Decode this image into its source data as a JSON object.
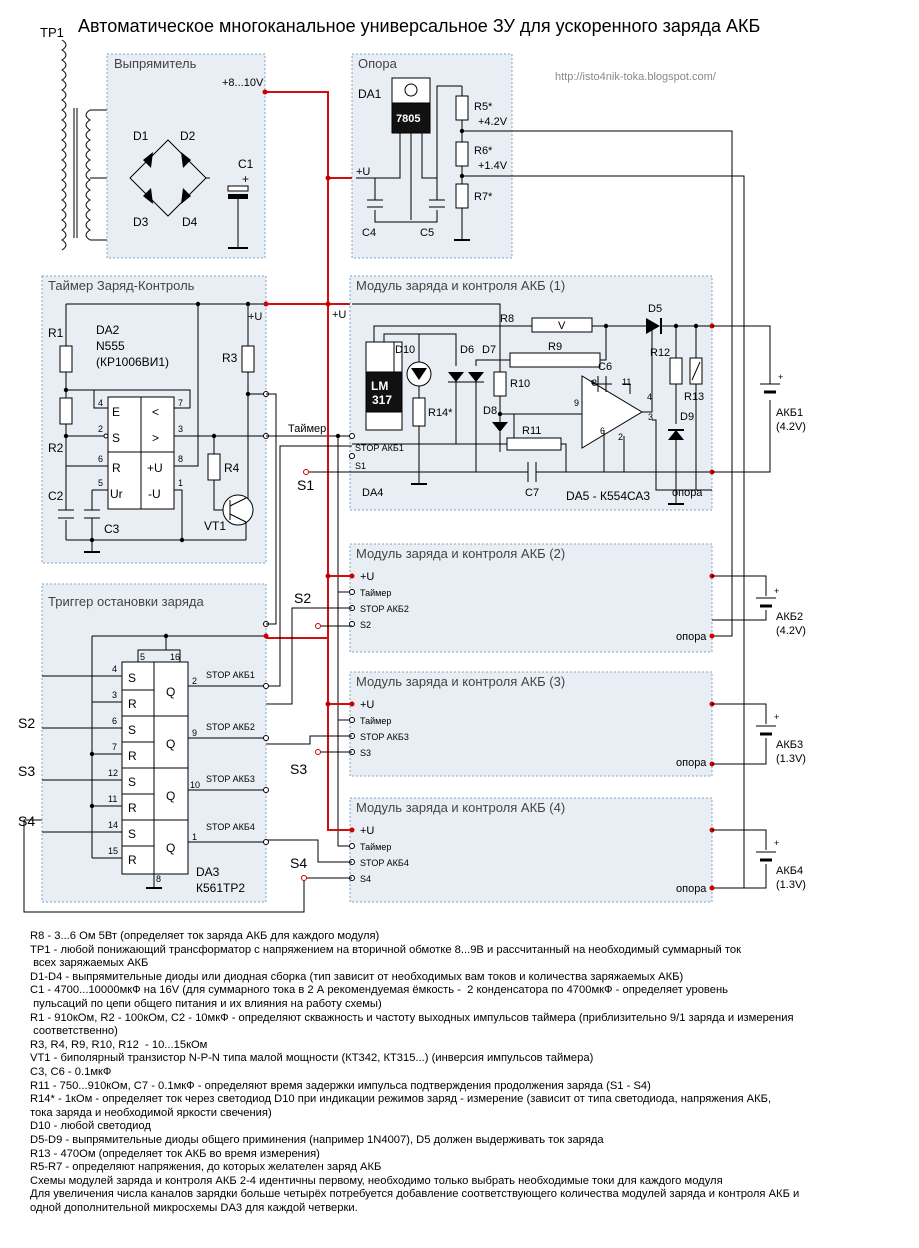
{
  "header": {
    "tp_label": "TP1",
    "title": "Автоматическое многоканальное универсальное ЗУ для ускоренного заряда  АКБ",
    "url": "http://isto4nik-toka.blogspot.com/"
  },
  "blocks": {
    "rectifier": "Выпрямитель",
    "reference": "Опора",
    "timer": "Таймер Заряд-Контроль",
    "trigger": "Триггер остановки заряда",
    "module1": "Модуль заряда и контроля АКБ (1)",
    "module2": "Модуль заряда и контроля АКБ (2)",
    "module3": "Модуль заряда и контроля АКБ (3)",
    "module4": "Модуль заряда и контроля АКБ (4)"
  },
  "rectifier": {
    "d1": "D1",
    "d2": "D2",
    "d3": "D3",
    "d4": "D4",
    "c1": "C1",
    "voltage": "+8...10V",
    "plus": "+"
  },
  "reference": {
    "da1": "DA1",
    "reg": "7805",
    "r5": "R5*",
    "v42": "+4.2V",
    "r6": "R6*",
    "v14": "+1.4V",
    "r7": "R7*",
    "plus_u": "+U",
    "c4": "C4",
    "c5": "C5"
  },
  "timer": {
    "r1": "R1",
    "r2": "R2",
    "c2": "C2",
    "c3": "C3",
    "r3": "R3",
    "r4": "R4",
    "vt1": "VT1",
    "da2": "DA2",
    "n555": "N555",
    "kr": "(КР1006ВИ1)",
    "plus_u": "+U",
    "pins": {
      "e": "E",
      "s": "S",
      "r": "R",
      "ur": "Ur",
      "lt": "<",
      "gt": ">",
      "pu": "+U",
      "mu": "-U"
    },
    "timer_line": "Таймер"
  },
  "module1": {
    "plus_u": "+U",
    "stop": "STOP АКБ1",
    "s1": "S1",
    "s1_big": "S1",
    "lm": "LM",
    "lm2": "317",
    "d10": "D10",
    "d6": "D6",
    "d7": "D7",
    "d8": "D8",
    "d9": "D9",
    "d5": "D5",
    "r8": "R8",
    "v": "V",
    "r9": "R9",
    "r10": "R10",
    "r11": "R11",
    "r12": "R12",
    "r13": "R13",
    "r14": "R14*",
    "c6": "C6",
    "c7": "C7",
    "da4": "DA4",
    "da5": "DA5 - К554СА3",
    "opora": "опора",
    "akb": "АКБ1",
    "akb_v": "(4.2V)",
    "plus": "+"
  },
  "module2": {
    "plus_u": "+U",
    "timer": "Таймер",
    "stop": "STOP АКБ2",
    "s": "S2",
    "s_big": "S2",
    "opora": "опора",
    "akb": "АКБ2",
    "akb_v": "(4.2V)",
    "plus": "+"
  },
  "module3": {
    "plus_u": "+U",
    "timer": "Таймер",
    "stop": "STOP АКБ3",
    "s": "S3",
    "s_big": "S3",
    "opora": "опора",
    "akb": "АКБ3",
    "akb_v": "(1.3V)",
    "plus": "+"
  },
  "module4": {
    "plus_u": "+U",
    "timer": "Таймер",
    "stop": "STOP АКБ4",
    "s": "S4",
    "s_big": "S4",
    "opora": "опора",
    "akb": "АКБ4",
    "akb_v": "(1.3V)",
    "plus": "+"
  },
  "trigger": {
    "da3": "DA3",
    "part": "К561ТР2",
    "s_left": [
      "S2",
      "S3",
      "S4"
    ],
    "stop_labels": [
      "STOP АКБ1",
      "STOP АКБ2",
      "STOP АКБ3",
      "STOP АКБ4"
    ],
    "pins": {
      "p4": "4",
      "p3": "3",
      "p6": "6",
      "p7": "7",
      "p12": "12",
      "p11": "11",
      "p14": "14",
      "p15": "15",
      "p2": "2",
      "p9": "9",
      "p10": "10",
      "p1": "1",
      "p5": "5",
      "p16": "16",
      "p8": "8"
    },
    "s": "S",
    "r": "R",
    "q": "Q"
  },
  "notes": [
    "R8 - 3...6 Ом 5Вт (определяет ток заряда АКБ для каждого модуля)",
    "TP1 - любой понижающий трансформатор с напряжением на вторичной обмотке 8...9В и рассчитанный на необходимый суммарный ток\n всех заряжаемых АКБ",
    "D1-D4 - выпрямительные диоды или диодная сборка (тип зависит от необходимых вам токов и количества заряжаемых АКБ)",
    "C1 - 4700...10000мкФ на 16V (для суммарного тока в 2 А рекомендуемая ёмкость -  2 конденсатора по 4700мкФ - определяет уровень\n пульсаций по цепи общего питания и их влияния на работу схемы)",
    "R1 - 910кОм, R2 - 100кОм, C2 - 10мкФ - определяют скважность и частоту выходных импульсов таймера (приблизительно 9/1 заряда и измерения\n соответственно)",
    "R3, R4, R9, R10, R12  - 10...15кОм",
    "VT1 - биполярный транзистор N-P-N типа малой мощности (КТ342, КТ315...) (инверсия импульсов таймера)",
    "C3, C6 - 0.1мкФ",
    "R11 - 750...910кОм, C7 - 0.1мкФ - определяют время задержки импульса подтверждения продолжения заряда (S1 - S4)",
    "R14* - 1кОм - определяет ток через светодиод D10 при индикации режимов заряд - измерение (зависит от типа светодиода, напряжения АКБ,\nтока заряда и необходимой яркости свечения)",
    "D10 - любой светодиод",
    "D5-D9 - выпрямительные диоды общего приминения (например 1N4007), D5 должен выдерживать ток заряда",
    "R13 - 470Ом (определяет ток АКБ во время измерения)",
    "R5-R7 - определяют напряжения, до которых желателен заряд АКБ",
    "Схемы модулей заряда и контроля АКБ 2-4 идентичны первому, необходимо только выбрать необходимые токи для каждого модуля",
    "Для увеличения числа каналов зарядки больше четырёх потребуется добавление соответствующего количества модулей заряда и контроля АКБ и\nодной дополнительной микросхемы DA3 для каждой четверки."
  ]
}
